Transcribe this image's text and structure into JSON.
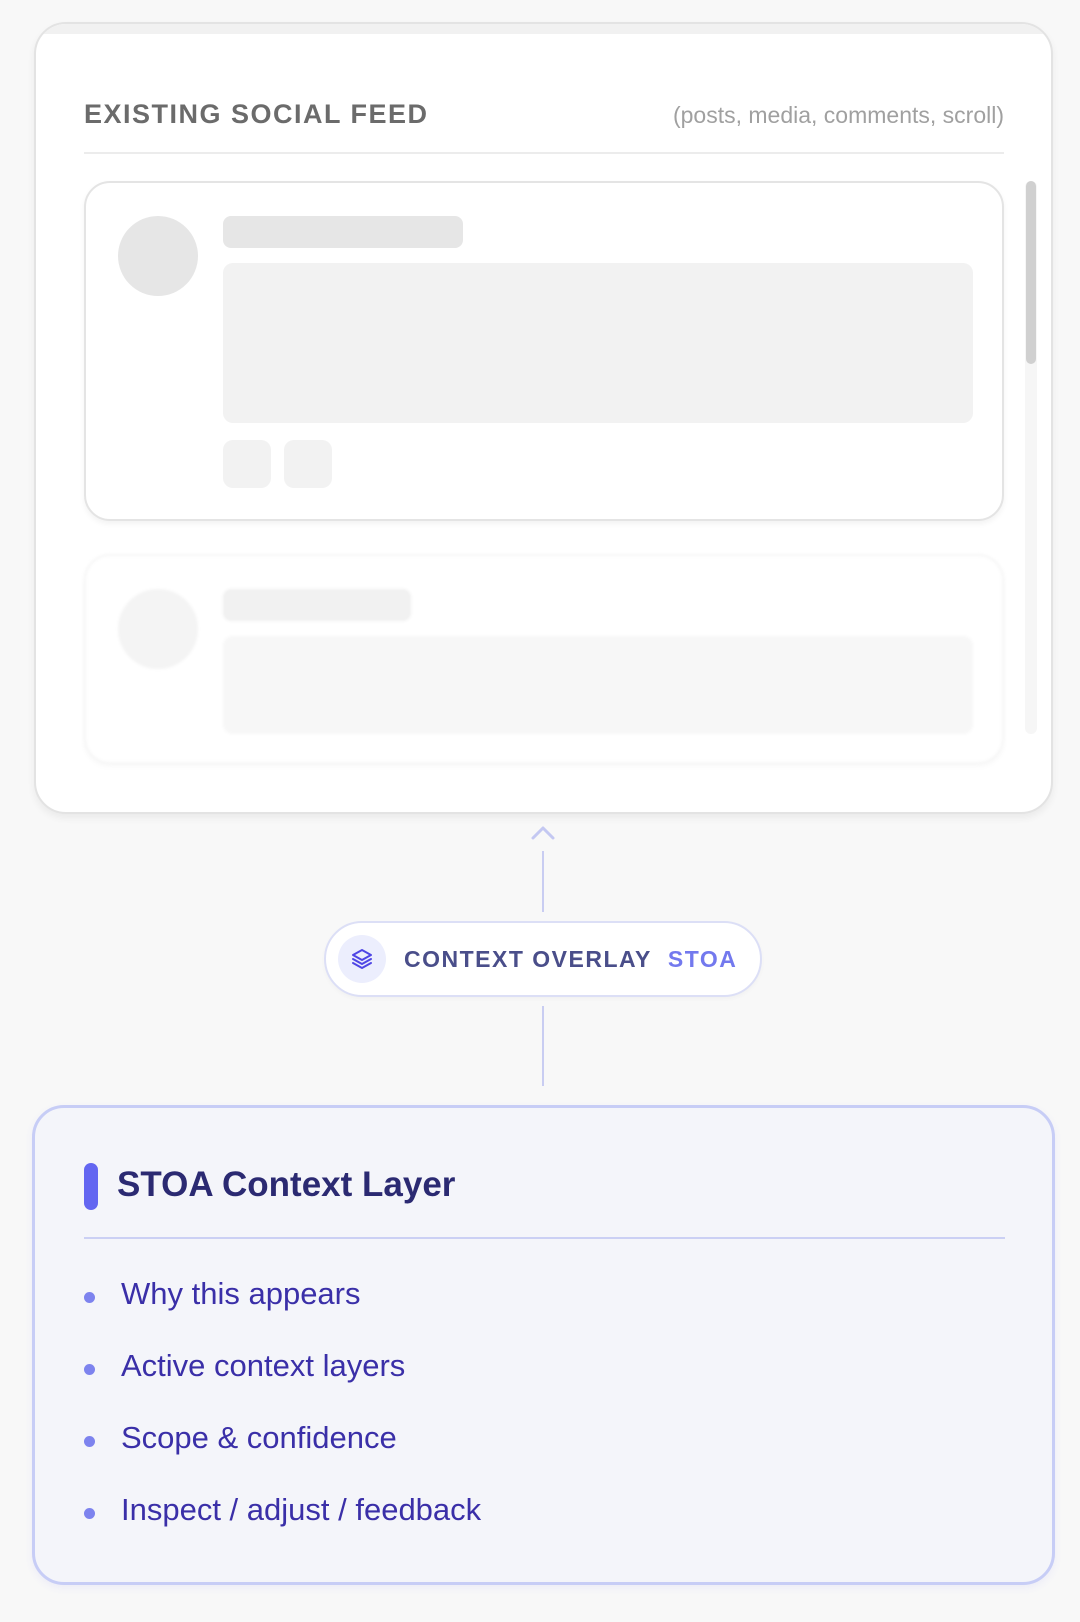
{
  "feed": {
    "title": "EXISTING SOCIAL FEED",
    "subtitle": "(posts, media, comments, scroll)"
  },
  "overlay": {
    "label": "CONTEXT OVERLAY",
    "brand": "STOA",
    "icon": "layers-icon"
  },
  "context_layer": {
    "title": "STOA Context Layer",
    "items": [
      "Why this appears",
      "Active context layers",
      "Scope & confidence",
      "Inspect / adjust / feedback"
    ]
  },
  "colors": {
    "accent": "#6366f1",
    "title_text": "#2b2a72",
    "list_text": "#3a2fa8",
    "panel_bg": "#f4f5fa",
    "panel_border": "#c7cdf6"
  }
}
